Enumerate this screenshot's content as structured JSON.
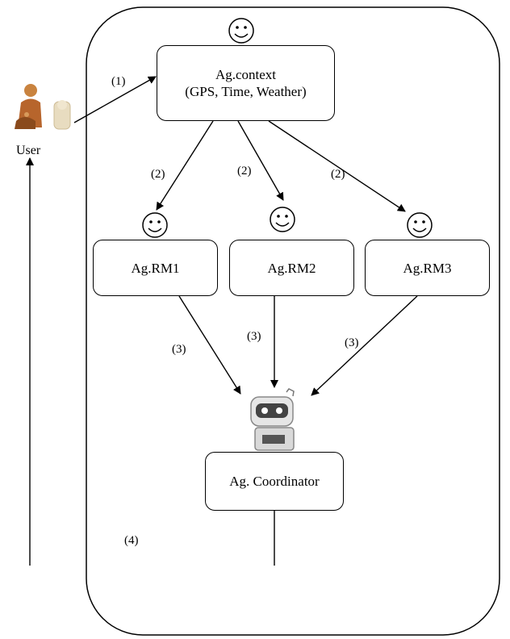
{
  "diagram": {
    "user": {
      "label": "User"
    },
    "context_agent": {
      "line1": "Ag.context",
      "line2": "(GPS, Time, Weather)"
    },
    "rm_agents": [
      {
        "label": "Ag.RM1"
      },
      {
        "label": "Ag.RM2"
      },
      {
        "label": "Ag.RM3"
      }
    ],
    "coordinator": {
      "label": "Ag. Coordinator"
    },
    "step_labels": {
      "user_to_context": "(1)",
      "context_to_rm1": "(2)",
      "context_to_rm2": "(2)",
      "context_to_rm3": "(2)",
      "rm1_to_coordinator": "(3)",
      "rm2_to_coordinator": "(3)",
      "rm3_to_coordinator": "(3)",
      "coordinator_to_user": "(4)"
    },
    "icons": {
      "agent": "smiley-face-icon",
      "coordinator": "robot-icon",
      "user": "user-figure-icon"
    }
  }
}
